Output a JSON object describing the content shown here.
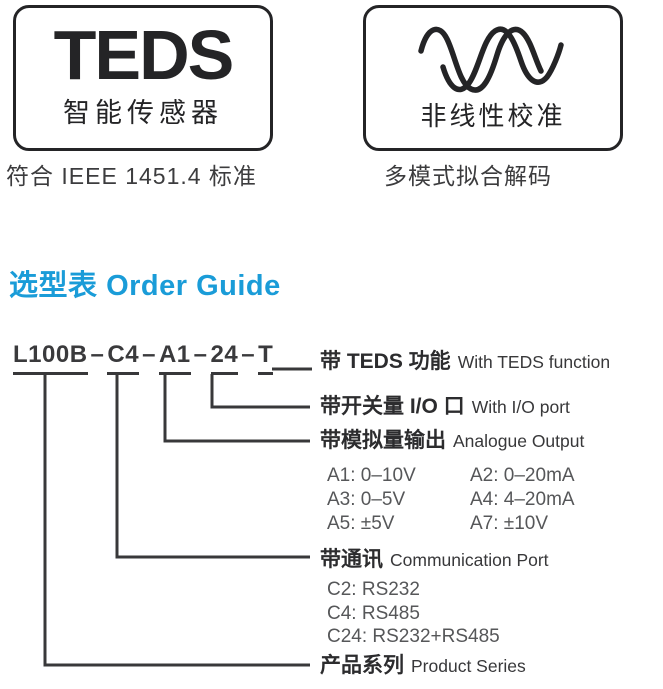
{
  "badges": {
    "teds": {
      "title": "TEDS",
      "subtitle": "智能传感器",
      "caption": "符合 IEEE 1451.4 标准"
    },
    "nonlinear": {
      "icon": "nonlinear-waves-icon",
      "subtitle": "非线性校准",
      "caption": "多模式拟合解码"
    }
  },
  "section": {
    "title_zh": "选型表",
    "title_en": "Order Guide",
    "accent_color": "#1a9cd8"
  },
  "order_code": {
    "separator": "–",
    "segments": [
      "L100B",
      "C4",
      "A1",
      "24",
      "T"
    ]
  },
  "branches": [
    {
      "zh": "带 TEDS 功能",
      "en": "With TEDS function"
    },
    {
      "zh": "带开关量 I/O 口",
      "en": "With I/O port"
    },
    {
      "zh": "带模拟量输出",
      "en": "Analogue Output",
      "options": [
        "A1: 0–10V",
        "A2: 0–20mA",
        "A3: 0–5V",
        "A4: 4–20mA",
        "A5: ±5V",
        "A7: ±10V"
      ]
    },
    {
      "zh": "带通讯",
      "en": "Communication Port",
      "options": [
        "C2: RS232",
        "C4: RS485",
        "C24: RS232+RS485"
      ]
    },
    {
      "zh": "产品系列",
      "en": "Product Series"
    }
  ],
  "colors": {
    "ink": "#242426",
    "line": "#38383a",
    "sub_text": "#565759",
    "accent_blue": "#1a9cd8"
  }
}
